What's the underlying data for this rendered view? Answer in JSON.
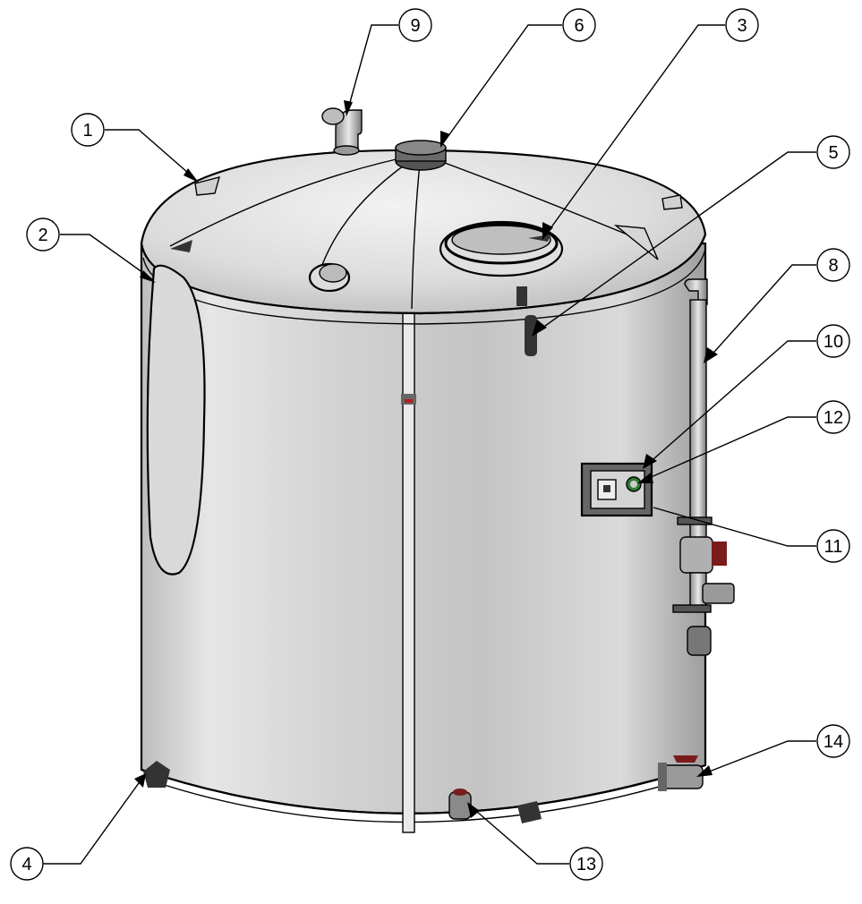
{
  "diagram": {
    "subject": "tank-assembly",
    "colors": {
      "tank_light": "#f4f4f4",
      "tank_mid": "#cfcfcf",
      "tank_dark": "#9a9a9a",
      "outline": "#000000",
      "accent_red": "#b01f1f",
      "accent_green": "#2e7d32"
    },
    "callouts": [
      {
        "id": "c1",
        "number": "1"
      },
      {
        "id": "c2",
        "number": "2"
      },
      {
        "id": "c3",
        "number": "3"
      },
      {
        "id": "c4",
        "number": "4"
      },
      {
        "id": "c5",
        "number": "5"
      },
      {
        "id": "c6",
        "number": "6"
      },
      {
        "id": "c8",
        "number": "8"
      },
      {
        "id": "c9",
        "number": "9"
      },
      {
        "id": "c10",
        "number": "10"
      },
      {
        "id": "c11",
        "number": "11"
      },
      {
        "id": "c12",
        "number": "12"
      },
      {
        "id": "c13",
        "number": "13"
      },
      {
        "id": "c14",
        "number": "14"
      }
    ]
  }
}
